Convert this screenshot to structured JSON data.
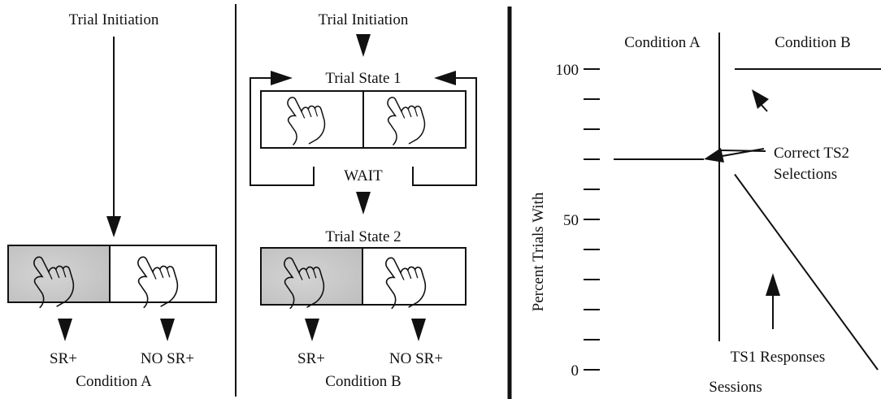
{
  "panel_a": {
    "title": "Trial Initiation",
    "outcome_left": "SR+",
    "outcome_right": "NO SR+",
    "caption": "Condition A"
  },
  "panel_b": {
    "title": "Trial Initiation",
    "state1_label": "Trial State 1",
    "wait_label": "WAIT",
    "state2_label": "Trial State 2",
    "outcome_left": "SR+",
    "outcome_right": "NO SR+",
    "caption": "Condition B"
  },
  "graph": {
    "condition_a_label": "Condition A",
    "condition_b_label": "Condition B",
    "ylabel": "Percent Trials With",
    "xlabel": "Sessions",
    "annotation_correct_line1": "Correct TS2",
    "annotation_correct_line2": "Selections",
    "annotation_ts1": "TS1 Responses"
  },
  "chart_data": {
    "type": "line",
    "ylabel": "Percent Trials With",
    "xlabel": "Sessions",
    "ylim": [
      0,
      100
    ],
    "y_tick_labels": [
      "100",
      "50",
      "0"
    ],
    "series": [
      {
        "name": "Correct TS2 Selections",
        "phase": "Condition A",
        "values": [
          70,
          70
        ]
      },
      {
        "name": "Correct TS2 Selections",
        "phase": "Condition B",
        "values": [
          100,
          100
        ]
      },
      {
        "name": "TS1 Responses",
        "phase": "Condition B",
        "values": [
          65,
          0
        ]
      }
    ]
  }
}
